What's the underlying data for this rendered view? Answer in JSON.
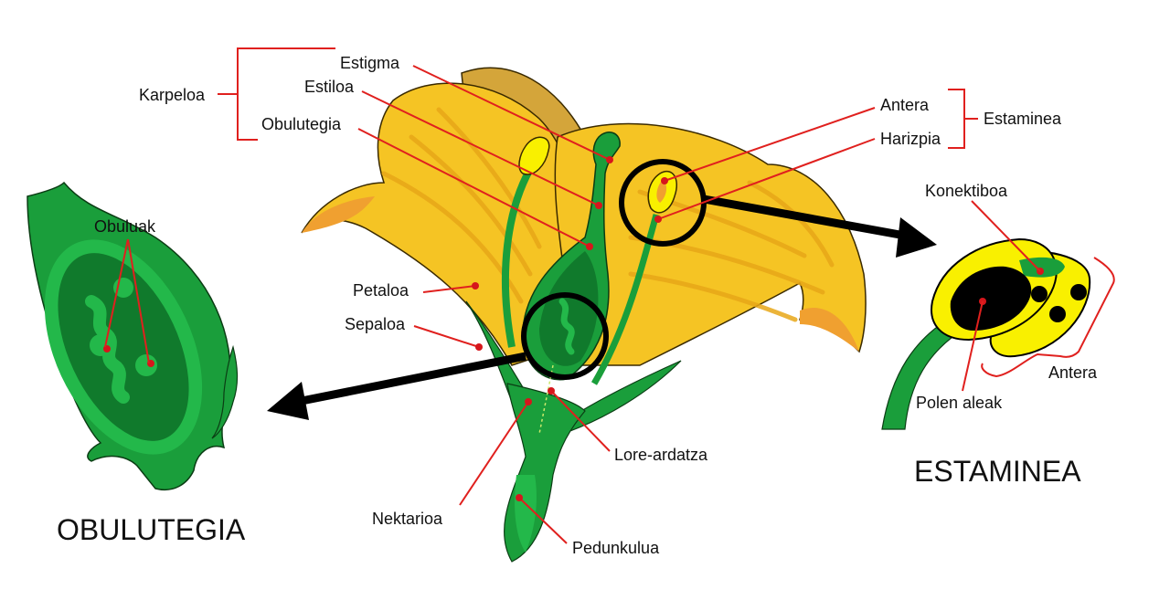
{
  "labels": {
    "karpeloa": "Karpeloa",
    "estigma": "Estigma",
    "estiloa": "Estiloa",
    "obulutegia": "Obulutegia",
    "petaloa": "Petaloa",
    "sepaloa": "Sepaloa",
    "nektarioa": "Nektarioa",
    "lore_ardatza": "Lore-ardatza",
    "pedunkulua": "Pedunkulua",
    "antera": "Antera",
    "harizpia": "Harizpia",
    "estaminea": "Estaminea",
    "konektiboa": "Konektiboa",
    "polen_aleak": "Polen aleak",
    "antera_detail": "Antera",
    "obuluak": "Obuluak"
  },
  "titles": {
    "ovary": "OBULUTEGIA",
    "stamen": "ESTAMINEA"
  },
  "colors": {
    "petal": "#f5c424",
    "petal_dark": "#e8a718",
    "petal_orange": "#f0a030",
    "green": "#1a9e3b",
    "green_light": "#23b84a",
    "green_dark": "#107a2c",
    "anther": "#f9f000",
    "line": "#e0201e",
    "arrow": "#000000"
  }
}
